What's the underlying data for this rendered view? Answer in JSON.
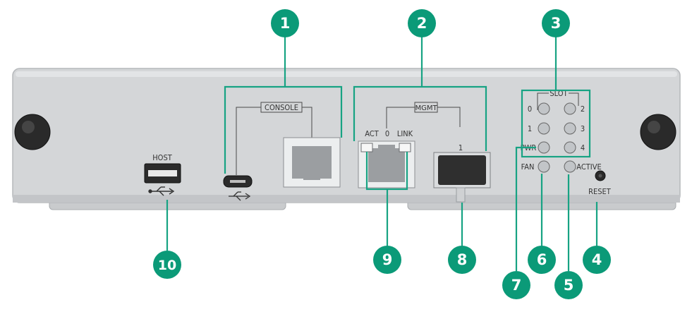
{
  "colors": {
    "callout_fill": "#0b9a78",
    "callout_text": "#ffffff",
    "leader_line": "#17a383",
    "panel_face": "#d4d6d8",
    "panel_edge": "#b5b8bb",
    "port_metal": "#ebedee",
    "port_hole": "#9b9ea1",
    "led_fill": "#c2c5c8",
    "knob": "#2a2a2a"
  },
  "callouts": [
    {
      "number": "1"
    },
    {
      "number": "2"
    },
    {
      "number": "3"
    },
    {
      "number": "4"
    },
    {
      "number": "5"
    },
    {
      "number": "6"
    },
    {
      "number": "7"
    },
    {
      "number": "8"
    },
    {
      "number": "9"
    },
    {
      "number": "10"
    }
  ],
  "panel": {
    "host_label": "HOST",
    "console_label": "CONSOLE",
    "mgmt_label": "MGMT",
    "act_label": "ACT",
    "port_zero_label": "0",
    "link_label": "LINK",
    "sfp_label": "1",
    "slot_label": "SLOT",
    "slot_numbers": [
      "0",
      "2",
      "1",
      "3",
      "4"
    ],
    "pwr_label": "PWR",
    "fan_label": "FAN",
    "active_label": "ACTIVE",
    "reset_label": "RESET",
    "usb_symbol": "usb-icon"
  }
}
